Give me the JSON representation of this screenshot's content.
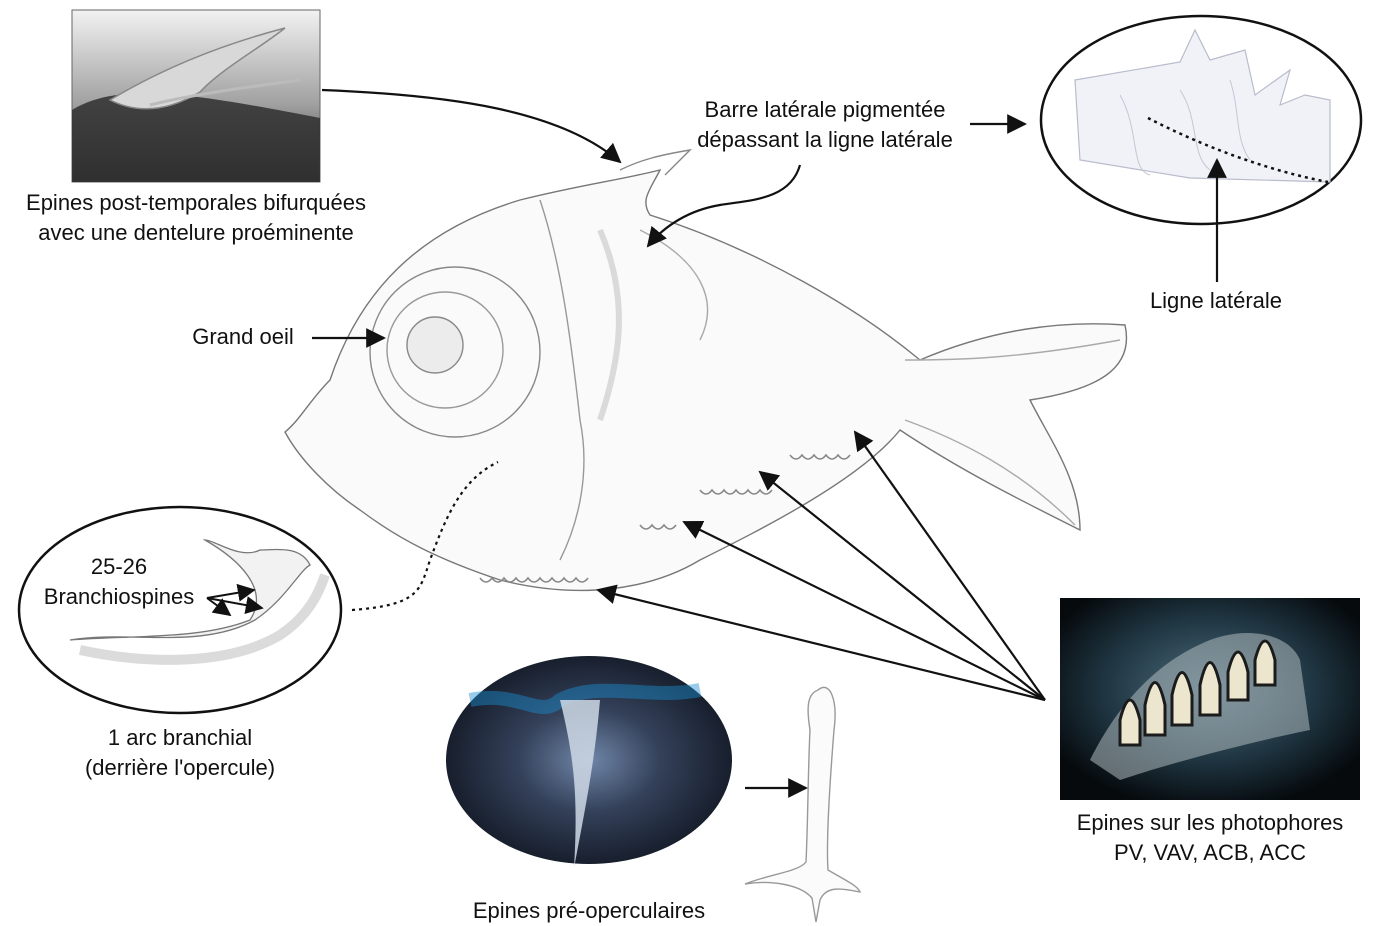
{
  "labels": {
    "post_temporal": [
      "Epines post-temporales bifurquées",
      "avec une dentelure proéminente"
    ],
    "lateral_bar": [
      "Barre latérale pigmentée",
      "dépassant la ligne latérale"
    ],
    "lateral_line": "Ligne latérale",
    "large_eye": "Grand oeil",
    "gill_count": "25-26",
    "gill_rakers": "Branchiospines",
    "gill_arch": [
      "1 arc branchial",
      "(derrière l'opercule)"
    ],
    "preopercular": "Epines pré-operculaires",
    "photophores": [
      "Epines sur les photophores",
      "PV, VAV, ACB, ACC"
    ]
  }
}
